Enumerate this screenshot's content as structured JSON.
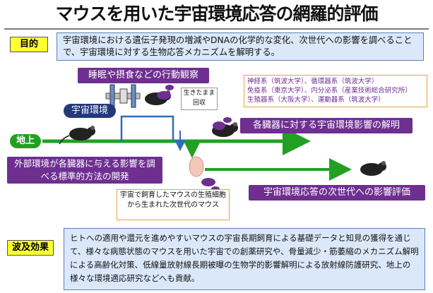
{
  "title": "マウスを用いた宇宙環境応答の網羅的評価",
  "purpose": {
    "label": "目的",
    "text": "宇宙環境における遺伝子発現の増減やDNAの化学的な変化、次世代への影響を調べることで、宇宙環境に対する生物応答メカニズムを解明する。"
  },
  "diagram": {
    "behavior_observation": "睡眠や摂食などの行動観察",
    "space_env": "宇宙環境",
    "live_recovery": "生きたまま\n回収",
    "ground": "地上",
    "organ_effects": "各臓器に対する宇宙環境影響の解明",
    "method_dev": "外部環境が各臓器に与える影響を調べる標準的方法の開発",
    "next_gen_mouse": "宇宙で飼育したマウスの生殖細胞から生まれた次世代のマウス",
    "next_gen_eval": "宇宙環境応答の次世代への影響評価",
    "systems": [
      "神経系（筑波大学）、循環器系（筑波大学）",
      "免疫系（東京大学）、内分泌系（産業技術総合研究所）",
      "生殖器系（大阪大学）、運動器系（筑波大学）"
    ]
  },
  "impact": {
    "label": "波及効果",
    "text": "ヒトへの適用や還元を進めやすいマウスの宇宙長期飼育による基礎データと知見の獲得を通じて、様々な病態状態のマウスを用いた宇宙での創薬研究や、骨量減少・筋萎縮のメカニズム解明による高齢化対策、低線量放射線長期被曝の生物学的影響解明による放射線防護研究、地上の様々な環境適応研究などへも貢献。"
  },
  "colors": {
    "accent_yellow": "#ffff33",
    "purple": "#6e2f91",
    "box_blue": "#dbe8fa",
    "arrow_green": "#22a022",
    "arrow_blue": "#2e6db8"
  }
}
